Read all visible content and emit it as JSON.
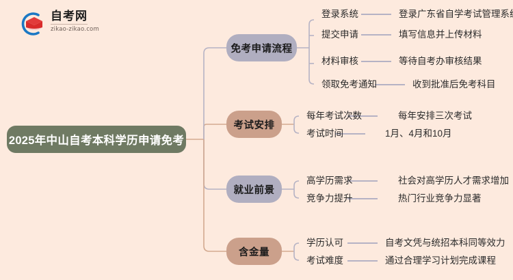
{
  "page": {
    "background_color": "#fdeade",
    "text_color": "#2b2b2b",
    "connector_purple": "#b5b2c4",
    "connector_tan": "#d3a98f"
  },
  "logo": {
    "name_cn": "自考网",
    "url": "zikao-zikao.com",
    "mark_arc_color": "#1b78c4",
    "mark_book_color": "#e23b3b",
    "mark_icon": "graduation-book-icon"
  },
  "mindmap": {
    "root": {
      "label": "2025年中山自考本科学历申请免考",
      "color": "#6f7a63",
      "text_color": "#ffffff"
    },
    "branches": [
      {
        "label": "免考申请流程",
        "color": "#b0aec0",
        "accent": "#b5b2c4",
        "items": [
          {
            "label": "登录系统",
            "detail": "登录广东省自学考试管理系统"
          },
          {
            "label": "提交申请",
            "detail": "填写信息并上传材料"
          },
          {
            "label": "材料审核",
            "detail": "等待自考办审核结果"
          },
          {
            "label": "领取免考通知",
            "detail": "收到批准后免考科目"
          }
        ]
      },
      {
        "label": "考试安排",
        "color": "#cba08b",
        "accent": "#d3a98f",
        "items": [
          {
            "label": "每年考试次数",
            "detail": "每年安排三次考试"
          },
          {
            "label": "考试时间",
            "detail": "1月、4月和10月"
          }
        ]
      },
      {
        "label": "就业前景",
        "color": "#b0aec0",
        "accent": "#b5b2c4",
        "items": [
          {
            "label": "高学历需求",
            "detail": "社会对高学历人才需求增加"
          },
          {
            "label": "竞争力提升",
            "detail": "热门行业竞争力显著"
          }
        ]
      },
      {
        "label": "含金量",
        "color": "#cba08b",
        "accent": "#d3a98f",
        "items": [
          {
            "label": "学历认可",
            "detail": "自考文凭与统招本科同等效力"
          },
          {
            "label": "考试难度",
            "detail": "通过合理学习计划完成课程"
          }
        ]
      }
    ]
  }
}
